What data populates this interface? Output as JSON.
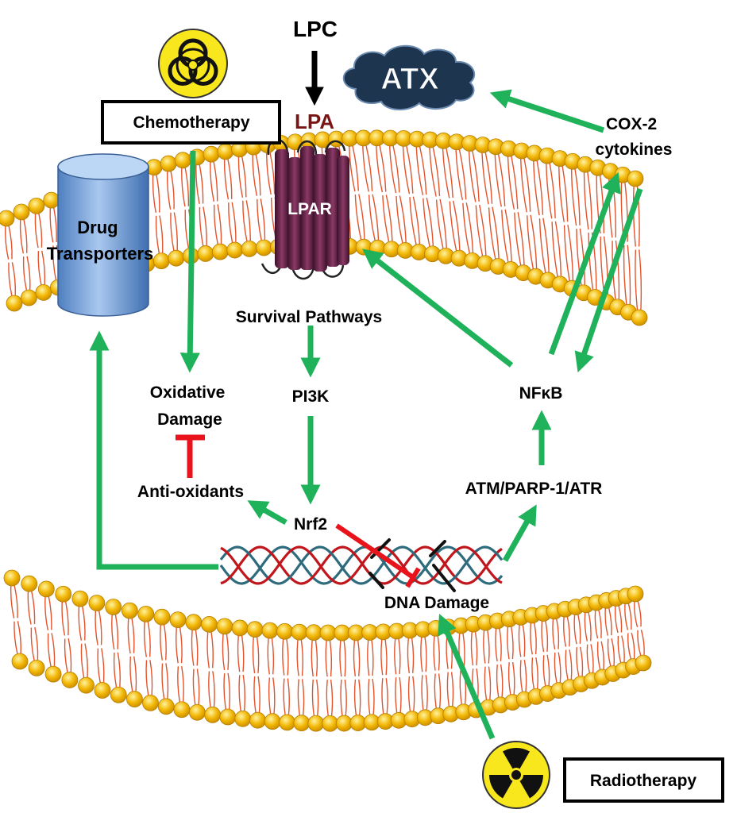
{
  "labels": {
    "lpc": "LPC",
    "lpa": "LPA",
    "atx": "ATX",
    "lpar": "LPAR",
    "chemotherapy": "Chemotherapy",
    "drug_transporters_line1": "Drug",
    "drug_transporters_line2": "Transporters",
    "survival_pathways": "Survival Pathways",
    "cox2_line1": "COX-2",
    "cox2_line2": "cytokines",
    "oxidative_line1": "Oxidative",
    "oxidative_line2": "Damage",
    "pi3k": "PI3K",
    "nfkb": "NFκB",
    "antioxidants": "Anti-oxidants",
    "atm": "ATM/PARP-1/ATR",
    "nrf2": "Nrf2",
    "dna_damage": "DNA Damage",
    "radiotherapy": "Radiotherapy"
  },
  "colors": {
    "activation_arrow": "#1fb25a",
    "inhibition": "#e8131b",
    "lipid_head": "#f2b705",
    "lipid_tail": "#e3542c",
    "lpa_text": "#7a1515",
    "receptor": "#6b1f4a",
    "transporter": "#6f9fd8",
    "atx_cloud": "#1e3550",
    "hazard_yellow": "#f8e71c",
    "dna_red": "#c0161c",
    "dna_teal": "#2e6b7d"
  },
  "icons": {
    "chemo_symbol": "biohazard-icon",
    "radio_symbol": "radiation-icon"
  }
}
